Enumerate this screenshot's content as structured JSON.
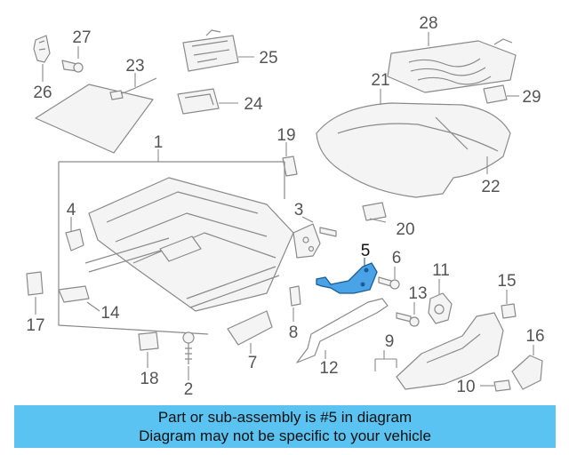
{
  "diagram": {
    "callouts": [
      "1",
      "2",
      "3",
      "4",
      "5",
      "6",
      "7",
      "8",
      "9",
      "10",
      "11",
      "12",
      "13",
      "14",
      "15",
      "16",
      "17",
      "18",
      "19",
      "20",
      "21",
      "22",
      "23",
      "24",
      "25",
      "26",
      "27",
      "28",
      "29"
    ],
    "highlighted_part": "5",
    "highlight_color": "#4aa3e6"
  },
  "banner": {
    "line1": "Part or sub-assembly is #5 in diagram",
    "line2": "Diagram may not be specific to your vehicle",
    "background": "#5bc3f1"
  }
}
